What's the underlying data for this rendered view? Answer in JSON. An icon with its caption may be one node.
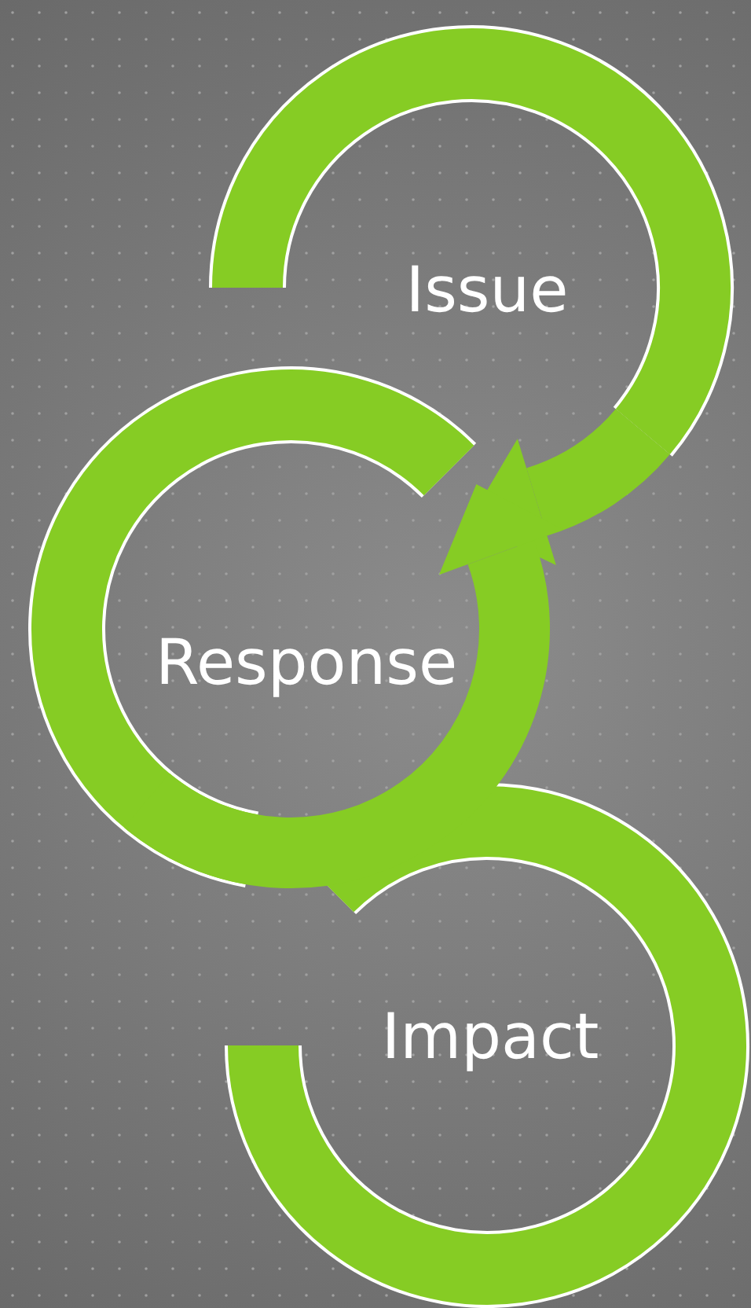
{
  "diagram": {
    "nodes": [
      {
        "text": [
          "Issue"
        ]
      },
      {
        "text": [
          "Response"
        ]
      },
      {
        "text": [
          "Impact"
        ]
      }
    ],
    "edges": [
      {
        "from": 0,
        "to": 1,
        "arrow": "to",
        "color": "#86cc24"
      },
      {
        "from": 1,
        "to": 2,
        "arrow": "to",
        "color": "#86cc24"
      }
    ]
  }
}
